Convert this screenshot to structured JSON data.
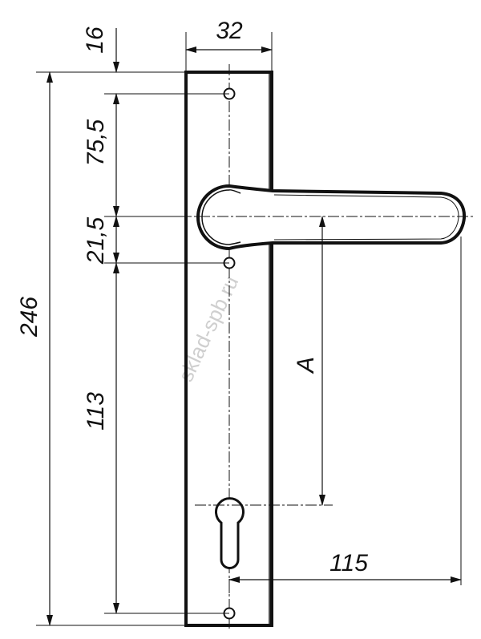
{
  "dimensions": {
    "top_gap": "16",
    "plate_width": "32",
    "first_hole_to_axis": "75,5",
    "axis_to_second_hole": "21,5",
    "second_hole_to_bottom_hole": "113",
    "total_height": "246",
    "axis_to_cylinder": "A",
    "handle_length": "115"
  },
  "watermark": "sklad-spb.ru"
}
